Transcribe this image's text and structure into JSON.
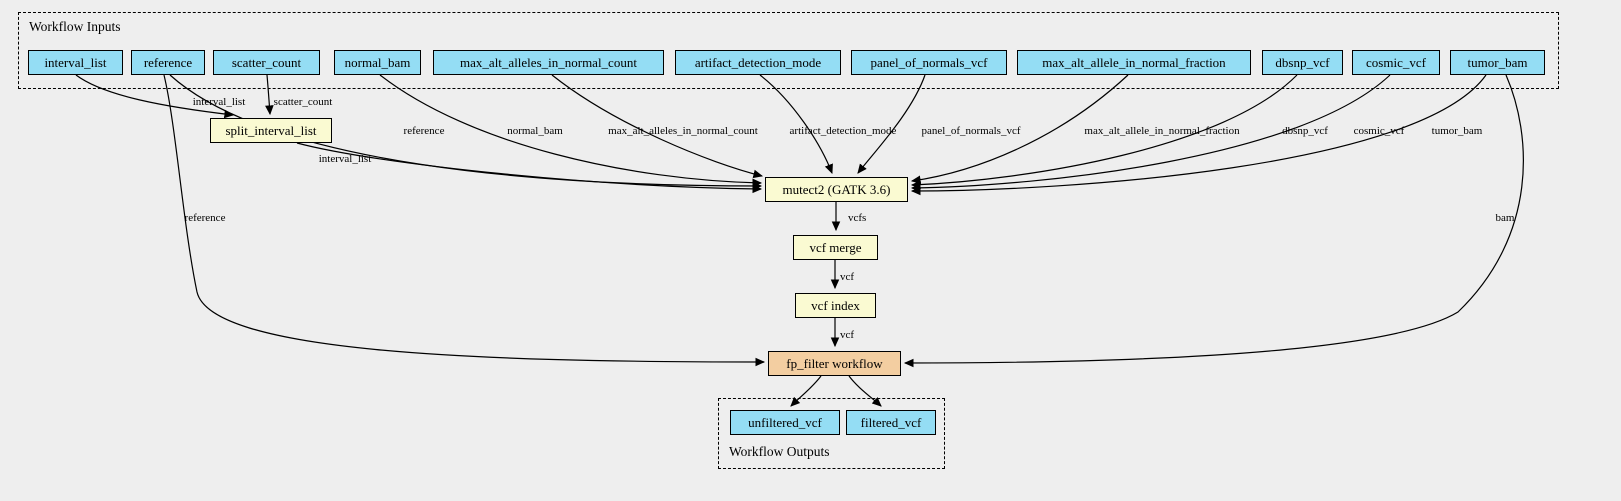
{
  "diagram": {
    "inputs_group_label": "Workflow Inputs",
    "outputs_group_label": "Workflow Outputs",
    "colors": {
      "background": "#eeeeee",
      "io_node_fill": "#94ddf4",
      "step_node_fill": "#fafad2",
      "subworkflow_node_fill": "#f3cea1",
      "edge_color": "#000000",
      "border_color": "#000000"
    },
    "inputs": [
      {
        "label": "interval_list"
      },
      {
        "label": "reference"
      },
      {
        "label": "scatter_count"
      },
      {
        "label": "normal_bam"
      },
      {
        "label": "max_alt_alleles_in_normal_count"
      },
      {
        "label": "artifact_detection_mode"
      },
      {
        "label": "panel_of_normals_vcf"
      },
      {
        "label": "max_alt_allele_in_normal_fraction"
      },
      {
        "label": "dbsnp_vcf"
      },
      {
        "label": "cosmic_vcf"
      },
      {
        "label": "tumor_bam"
      }
    ],
    "steps": [
      {
        "label": "split_interval_list"
      },
      {
        "label": "mutect2 (GATK 3.6)"
      },
      {
        "label": "vcf merge"
      },
      {
        "label": "vcf index"
      },
      {
        "label": "fp_filter workflow"
      }
    ],
    "outputs": [
      {
        "label": "unfiltered_vcf"
      },
      {
        "label": "filtered_vcf"
      }
    ],
    "edge_labels": [
      {
        "text": "interval_list"
      },
      {
        "text": "scatter_count"
      },
      {
        "text": "interval_list"
      },
      {
        "text": "reference"
      },
      {
        "text": "normal_bam"
      },
      {
        "text": "max_alt_alleles_in_normal_count"
      },
      {
        "text": "artifact_detection_mode"
      },
      {
        "text": "panel_of_normals_vcf"
      },
      {
        "text": "max_alt_allele_in_normal_fraction"
      },
      {
        "text": "dbsnp_vcf"
      },
      {
        "text": "cosmic_vcf"
      },
      {
        "text": "tumor_bam"
      },
      {
        "text": "reference"
      },
      {
        "text": "bam"
      },
      {
        "text": "vcfs"
      },
      {
        "text": "vcf"
      },
      {
        "text": "vcf"
      }
    ]
  }
}
